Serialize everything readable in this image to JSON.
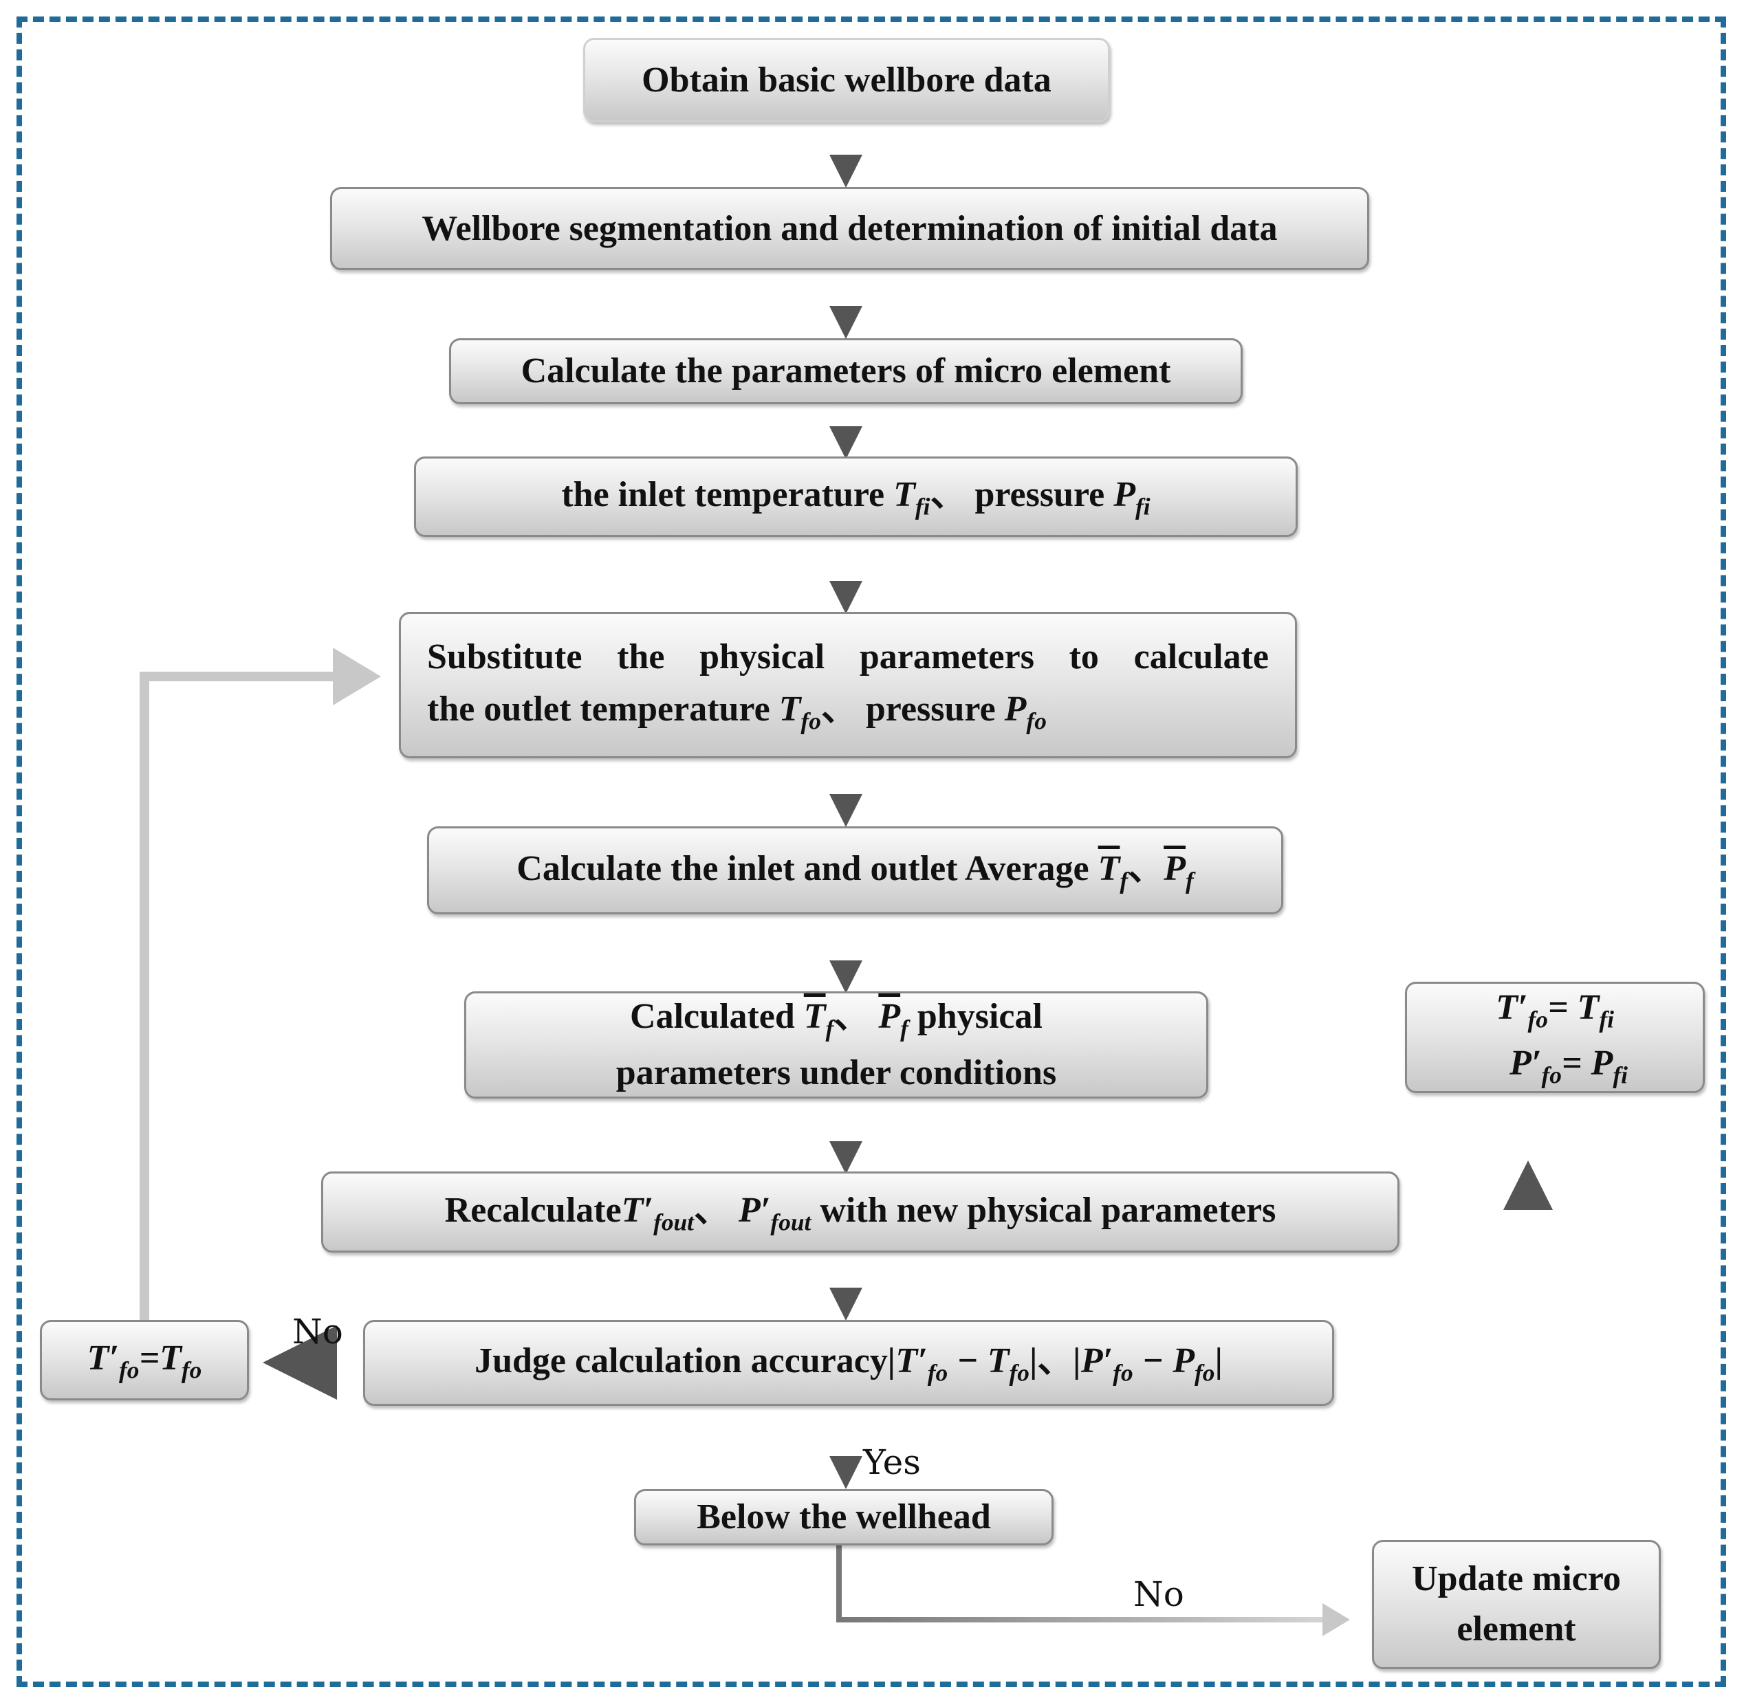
{
  "boxes": {
    "obtain": "Obtain basic wellbore data",
    "segmentation": "Wellbore segmentation and determination of initial data",
    "calc_micro": "Calculate the parameters of micro element",
    "inlet": {
      "text": "the inlet temperature ",
      "T": "T",
      "T_sub": "fi",
      "sep": "、 pressure ",
      "P": "P",
      "P_sub": "fi"
    },
    "substitute": {
      "line1": "Substitute the physical parameters to calculate",
      "line2": "the outlet temperature ",
      "T": "T",
      "T_sub": "fo",
      "sep": "、 pressure ",
      "P": "P",
      "P_sub": "fo"
    },
    "average": {
      "text": "Calculate the inlet and outlet Average ",
      "T": "T",
      "T_sub": "f",
      "sep": "、",
      "P": "P",
      "P_sub": "f"
    },
    "calculated": {
      "pre": "Calculated ",
      "T": "T",
      "T_sub": "f",
      "sep": "、 ",
      "P": "P",
      "P_sub": "f",
      "post": " physical",
      "line2": "parameters under conditions"
    },
    "recalc": {
      "pre": "Recalculate",
      "T": "T′",
      "T_sub": "fout",
      "sep": "、 ",
      "P": "P′",
      "P_sub": "fout",
      "post": " with new physical parameters"
    },
    "judge": {
      "pre": "Judge calculation accuracy",
      "expr1": "|T′",
      "expr1_sub": "fo",
      "expr1_mid": " − T",
      "expr1_sub2": "fo",
      "expr1_end": "|",
      "sep": "、",
      "expr2": "|P′",
      "expr2_sub": "fo",
      "expr2_mid": " − P",
      "expr2_sub2": "fo",
      "expr2_end": "|"
    },
    "assign": {
      "T": "T′",
      "T_sub": "fo",
      "eq": "=T",
      "T2_sub": "fo"
    },
    "below": "Below the wellhead",
    "update": {
      "line1": "Update micro",
      "line2": "element"
    },
    "reset": {
      "l1_T": "T′",
      "l1_sub": "fo",
      "l1_eq": "= T",
      "l1_sub2": "fi",
      "l2_P": "P′",
      "l2_sub": "fo",
      "l2_eq": "= P",
      "l2_sub2": "fi"
    }
  },
  "labels": {
    "no_left": "No",
    "yes": "Yes",
    "no_bottom": "No"
  },
  "colors": {
    "frame": "#1f6b9a",
    "arrow_dark": "#666666",
    "arrow_light": "#c8c8c8"
  }
}
